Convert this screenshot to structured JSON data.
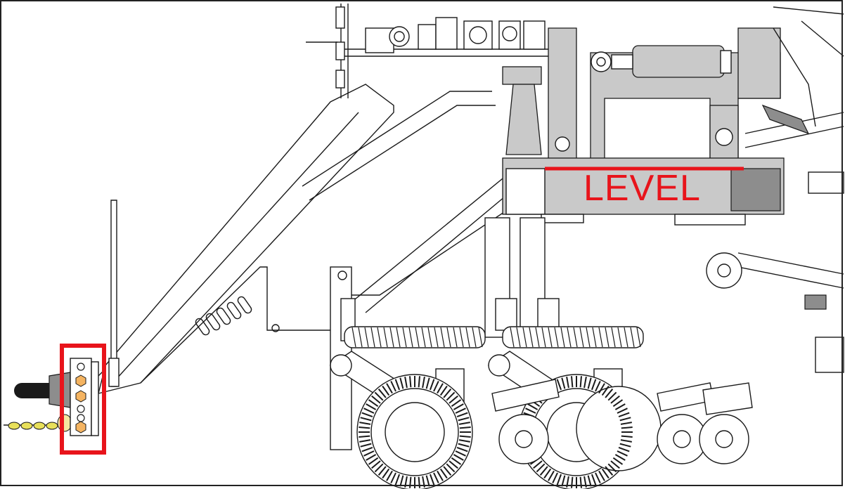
{
  "diagram": {
    "label_text": "LEVEL",
    "colors": {
      "highlight_red": "#e8141b",
      "frame_gray": "#c9c9c9",
      "dark_gray": "#8d8d8d",
      "pin_orange": "#f5b461",
      "chain_yellow": "#e8e05a",
      "line": "#1a1a1a"
    },
    "highlighted_component": "hitch-adjustment-plate",
    "icons": [
      "hitch-plate-highlight-box",
      "level-reference-line"
    ]
  }
}
